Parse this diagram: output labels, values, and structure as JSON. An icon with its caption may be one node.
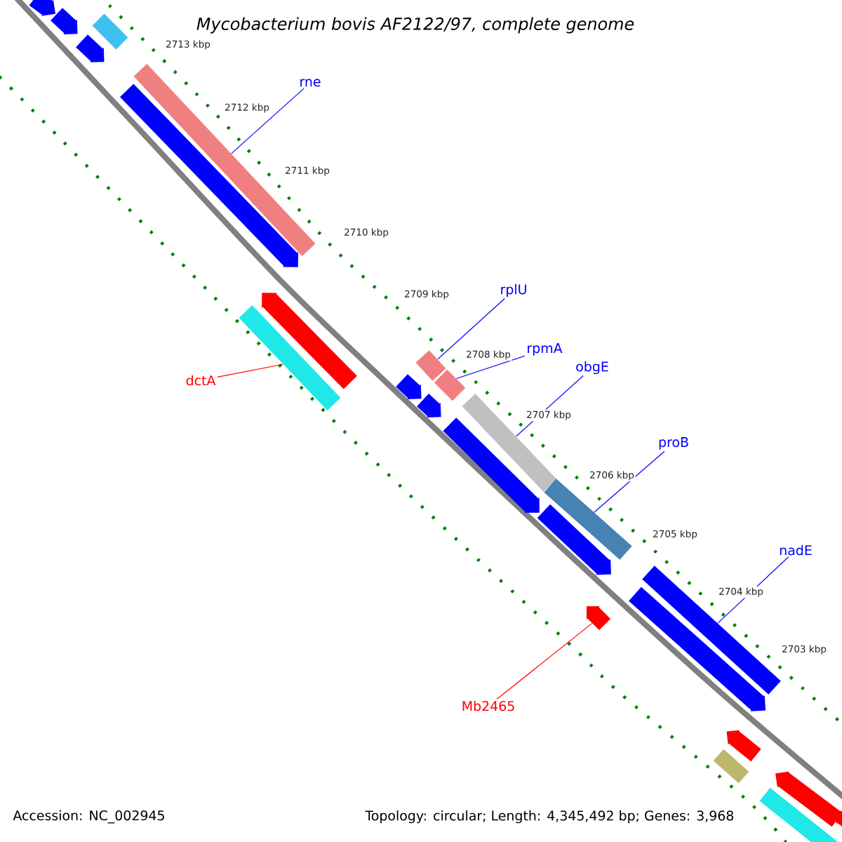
{
  "diagram": {
    "title": "Mycobacterium bovis AF2122/97, complete genome",
    "nodes": [
      {
        "text": [
          "rne"
        ]
      },
      {
        "text": [],
        "shape": "bar"
      },
      {
        "text": [
          "rplU"
        ]
      },
      {
        "text": [],
        "shape": "bar"
      },
      {
        "text": [
          "rpmA"
        ]
      },
      {
        "text": [],
        "shape": "bar"
      },
      {
        "text": [
          "obgE"
        ]
      },
      {
        "text": [],
        "shape": "bar"
      },
      {
        "text": [
          "proB"
        ]
      },
      {
        "text": [],
        "shape": "bar"
      },
      {
        "text": [
          "dctA"
        ]
      },
      {
        "text": [],
        "shape": "bar"
      },
      {
        "text": [
          "nadE"
        ]
      },
      {
        "text": [],
        "shape": "bar"
      },
      {
        "text": [
          "Mb2465"
        ]
      },
      {
        "text": [],
        "shape": "pentagon"
      },
      {
        "text": [],
        "shape": "pentagon"
      },
      {
        "text": [],
        "shape": "pentagon"
      },
      {
        "text": [],
        "shape": "pentagon"
      },
      {
        "text": [],
        "shape": "bar"
      },
      {
        "text": [],
        "shape": "pentagon"
      },
      {
        "text": [],
        "shape": "pentagon"
      },
      {
        "text": [],
        "shape": "pentagon"
      },
      {
        "text": [],
        "shape": "pentagon"
      },
      {
        "text": [],
        "shape": "pentagon"
      },
      {
        "text": [],
        "shape": "pentagon"
      },
      {
        "text": [],
        "shape": "pentagon"
      },
      {
        "text": [],
        "shape": "pentagon"
      },
      {
        "text": [],
        "shape": "bar"
      },
      {
        "text": [],
        "shape": "pentagon"
      },
      {
        "text": [],
        "shape": "bar"
      },
      {
        "text": [],
        "shape": "pentagon"
      }
    ],
    "edges": [
      {
        "from": 0,
        "to": 1,
        "arrow": "none"
      },
      {
        "from": 2,
        "to": 3,
        "arrow": "none"
      },
      {
        "from": 4,
        "to": 5,
        "arrow": "none"
      },
      {
        "from": 6,
        "to": 7,
        "arrow": "none"
      },
      {
        "from": 8,
        "to": 9,
        "arrow": "none"
      },
      {
        "from": 10,
        "to": 11,
        "arrow": "none",
        "color": "#ff0000"
      },
      {
        "from": 12,
        "to": 13,
        "arrow": "none"
      },
      {
        "from": 14,
        "to": 15,
        "arrow": "none",
        "color": "#ff0000"
      }
    ],
    "labels": [
      "2713 kbp",
      "2712 kbp",
      "2711 kbp",
      "2710 kbp",
      "2709 kbp",
      "2708 kbp",
      "2707 kbp",
      "2706 kbp",
      "2705 kbp",
      "2704 kbp",
      "2703 kbp",
      "Accession: NC_002945",
      "Topology: circular; Length: 4,345,492 bp; Genes: 3,968"
    ]
  }
}
